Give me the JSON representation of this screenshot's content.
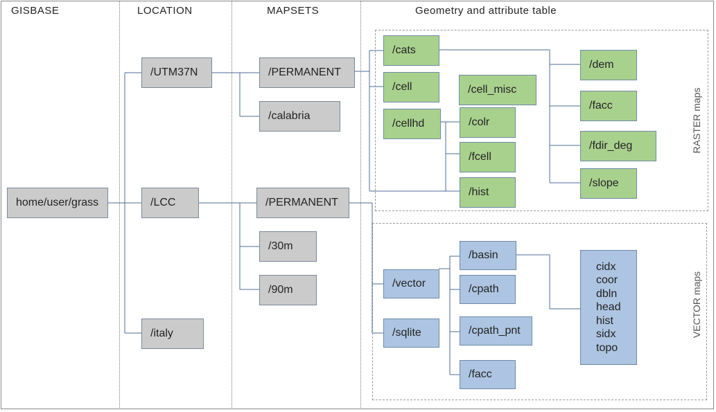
{
  "columns": {
    "gisbase": "GISBASE",
    "location": "LOCATION",
    "mapsets": "MAPSETS",
    "geometry": "Geometry and attribute table"
  },
  "groups": {
    "raster": "RASTER maps",
    "vector": "VECTOR maps"
  },
  "nodes": {
    "home": "home/user/grass",
    "utm37n": "/UTM37N",
    "lcc": "/LCC",
    "italy": "/italy",
    "permanent_utm": "/PERMANENT",
    "calabria": "/calabria",
    "permanent_lcc": "/PERMANENT",
    "m30": "/30m",
    "m90": "/90m",
    "cats": "/cats",
    "cell": "/cell",
    "cellhd": "/cellhd",
    "cell_misc": "/cell_misc",
    "colr": "/colr",
    "fcell": "/fcell",
    "hist": "/hist",
    "dem": "/dem",
    "facc_r": "/facc",
    "fdir_deg": "/fdir_deg",
    "slope": "/slope",
    "vector": "/vector",
    "sqlite": "/sqlite",
    "basin": "/basin",
    "cpath": "/cpath",
    "cpath_pnt": "/cpath_pnt",
    "facc_v": "/facc",
    "files": [
      "cidx",
      "coor",
      "dbln",
      "head",
      "hist",
      "sidx",
      "topo"
    ]
  },
  "colors": {
    "gray": "#cbcbcb",
    "green": "#a9d18e",
    "blue": "#adc5e2",
    "wire": "#4e6d94"
  }
}
